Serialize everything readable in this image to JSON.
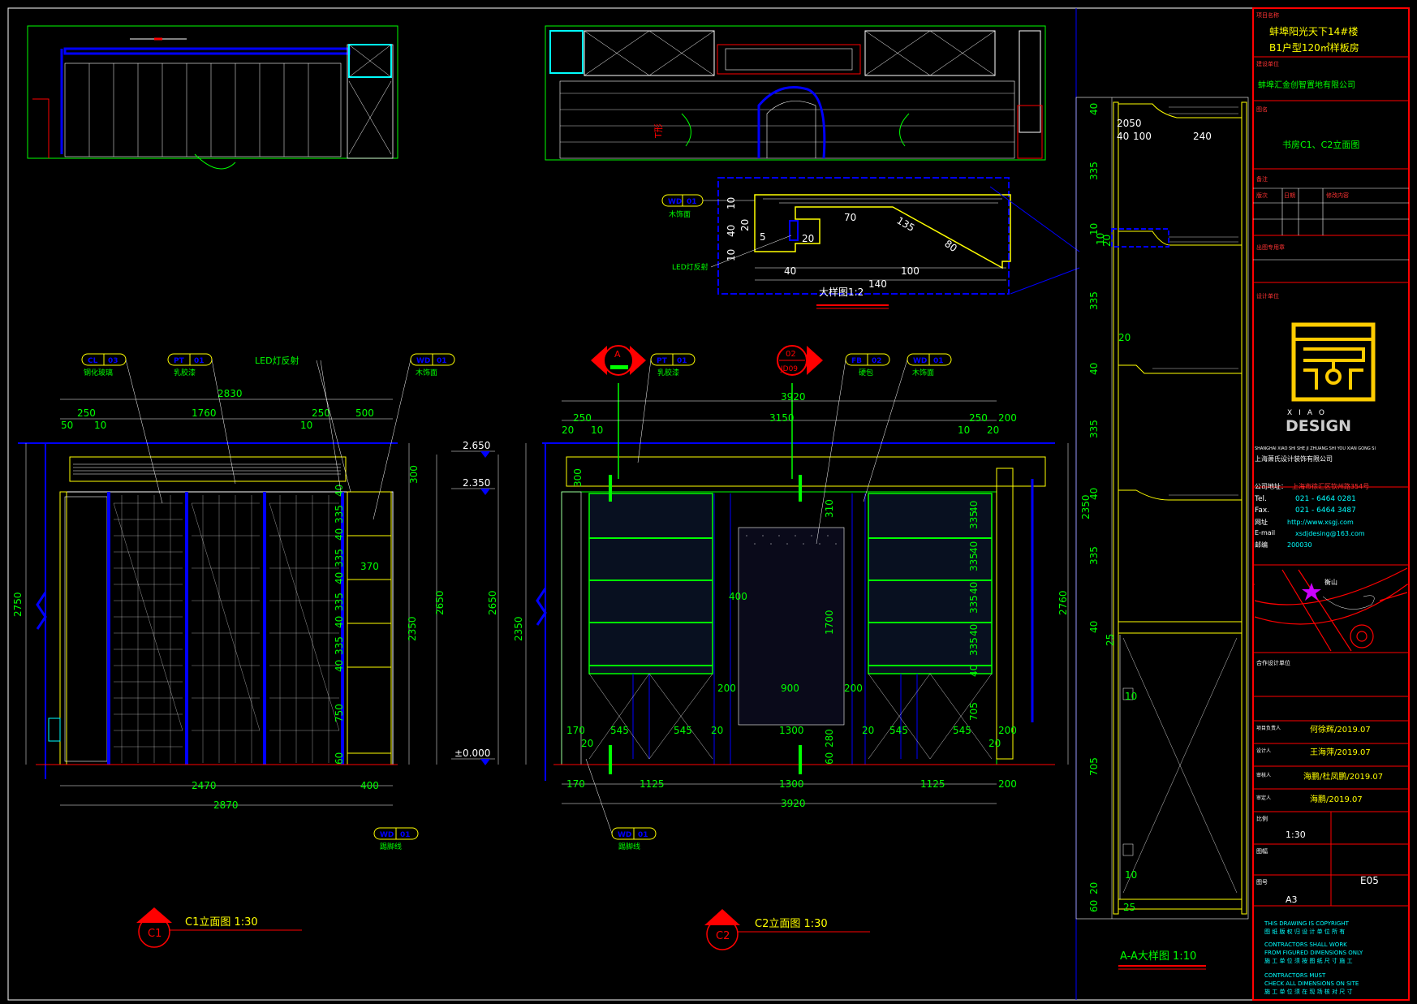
{
  "drawing": {
    "views": {
      "c1": {
        "label": "C1",
        "title": "C1立面图 1:30"
      },
      "c2": {
        "label": "C2",
        "title": "C2立面图 1:30"
      },
      "aa": {
        "title": "A-A大样图 1:10"
      },
      "detail": {
        "title": "大样图1:2"
      }
    },
    "c1_dims": {
      "top_total": "2830",
      "top_parts": [
        "50",
        "250",
        "10",
        "1760",
        "10",
        "250",
        "500"
      ],
      "left_height": "2750",
      "right_stack": [
        "300",
        "40",
        "335",
        "40",
        "335",
        "40",
        "335",
        "40",
        "335",
        "40",
        "750",
        "60"
      ],
      "shelf_width": "370",
      "bottom_a": "2470",
      "bottom_b": "400",
      "bottom_total": "2870",
      "elev_a": "2350",
      "elev_b": "2650"
    },
    "levels": [
      "2.650",
      "2.350",
      "±0.000"
    ],
    "c2_dims": {
      "top_total": "3920",
      "top_parts": [
        "20",
        "250",
        "10",
        "3150",
        "10",
        "250",
        "20",
        "200"
      ],
      "left_a": "2350",
      "left_b": "2650",
      "right_total": "2760",
      "inner": [
        "300",
        "310",
        "1700",
        "400",
        "200",
        "900",
        "200",
        "280",
        "60",
        "170",
        "545",
        "545",
        "20",
        "1300",
        "20",
        "545",
        "545",
        "200",
        "20",
        "20"
      ],
      "right_stack": [
        "40",
        "335",
        "40",
        "335",
        "40",
        "335",
        "40",
        "335",
        "40",
        "705"
      ],
      "bottom_parts": [
        "170",
        "1125",
        "1300",
        "1125",
        "200"
      ],
      "bottom_total": "3920"
    },
    "aa_dims": [
      "40",
      "2050",
      "40",
      "100",
      "240",
      "335",
      "10",
      "10",
      "20",
      "335",
      "20",
      "40",
      "335",
      "40",
      "335",
      "40",
      "705",
      "25",
      "10",
      "10",
      "20",
      "60",
      "25",
      "2350"
    ],
    "detail_dims": [
      "10",
      "40",
      "20",
      "5",
      "10",
      "70",
      "20",
      "40",
      "100",
      "140",
      "80",
      "135"
    ],
    "tags": [
      {
        "code": "CL",
        "num": "03",
        "note": "钢化玻璃"
      },
      {
        "code": "PT",
        "num": "01",
        "note": "乳胶漆"
      },
      {
        "code": "WD",
        "num": "01",
        "note": "木饰面"
      },
      {
        "code": "PT",
        "num": "01",
        "note": "乳胶漆"
      },
      {
        "code": "FB",
        "num": "02",
        "note": "硬包"
      },
      {
        "code": "WD",
        "num": "01",
        "note": "木饰面"
      },
      {
        "code": "WD",
        "num": "01",
        "note": "踢脚线"
      },
      {
        "code": "WD",
        "num": "01",
        "note": "踢脚线"
      },
      {
        "code": "WD",
        "num": "01",
        "note": "木饰面"
      }
    ],
    "led_label_c1": "LED灯反射",
    "led_label_detail": "LED灯反射",
    "section_mark": {
      "letter": "A",
      "ref_num": "02",
      "ref_code": "JD09"
    }
  },
  "title_block": {
    "project_label": "项目名称",
    "project_name_1": "蚌埠阳光天下14#楼",
    "project_name_2": "B1户型120㎡样板房",
    "client_label": "建设单位",
    "client": "蚌埠汇金创智置地有限公司",
    "drawing_label": "图名",
    "drawing_name": "书房C1、C2立面图",
    "remark_label": "备注",
    "rev_label": "版次",
    "date_label": "日期",
    "content_label": "修改内容",
    "stamp_label": "出图专用章",
    "company_label": "设计单位",
    "company_en": "SHANGHAI XIAO SHI SHE JI ZHUANG SHI YOU XIAN GONG SI",
    "company_cn": "上海萧氏设计装饰有限公司",
    "logo_text_1": "XIAO",
    "logo_text_2": "DESIGN",
    "address_label": "公司地址：",
    "address": "上海市徐汇区钦州路354号",
    "tel_label": "Tel.",
    "tel": "021 - 6464 0281",
    "fax_label": "Fax.",
    "fax": "021 - 6464 3487",
    "web_label": "网址",
    "web": "http://www.xsgj.com",
    "email_label": "E-mail",
    "email": "xsdjdesing@163.com",
    "post_label": "邮编",
    "post": "200030",
    "map_label": "衡山",
    "review_label": "合作设计单位",
    "sign_1_label": "项目负责人",
    "sign_1": "何徐辉/2019.07",
    "sign_2_label": "设计人",
    "sign_2": "王海萍/2019.07",
    "sign_3_label": "审核人",
    "sign_3": "海鹏/杜凤鹏/2019.07",
    "sign_4_label": "审定人",
    "sign_4": "海鹏/2019.07",
    "scale_label": "比例",
    "scale": "1:30",
    "size_label": "图幅",
    "size": "A3",
    "no_label": "图号",
    "no": "E05",
    "copyright_1": "THIS DRAWING IS COPYRIGHT",
    "copyright_2": "图 纸 版 权 归 设 计 单 位 所 有",
    "contractors_1": "CONTRACTORS SHALL WORK",
    "contractors_2": "FROM FIGURED DIMENSIONS ONLY",
    "contractors_3": "施 工 单 位 须 按 图 纸 尺 寸 施 工",
    "contractors_4": "CONTRACTORS MUST",
    "contractors_5": "CHECK ALL DIMENSIONS ON SITE",
    "contractors_6": "施 工 单 位 须 在 现 场 核 对 尺 寸"
  },
  "colors": {
    "bg": "#000000",
    "green": "#00ff00",
    "yellow": "#ffff00",
    "blue": "#0000ff",
    "red": "#ff0000",
    "white": "#ffffff",
    "cyan": "#00ffff"
  }
}
